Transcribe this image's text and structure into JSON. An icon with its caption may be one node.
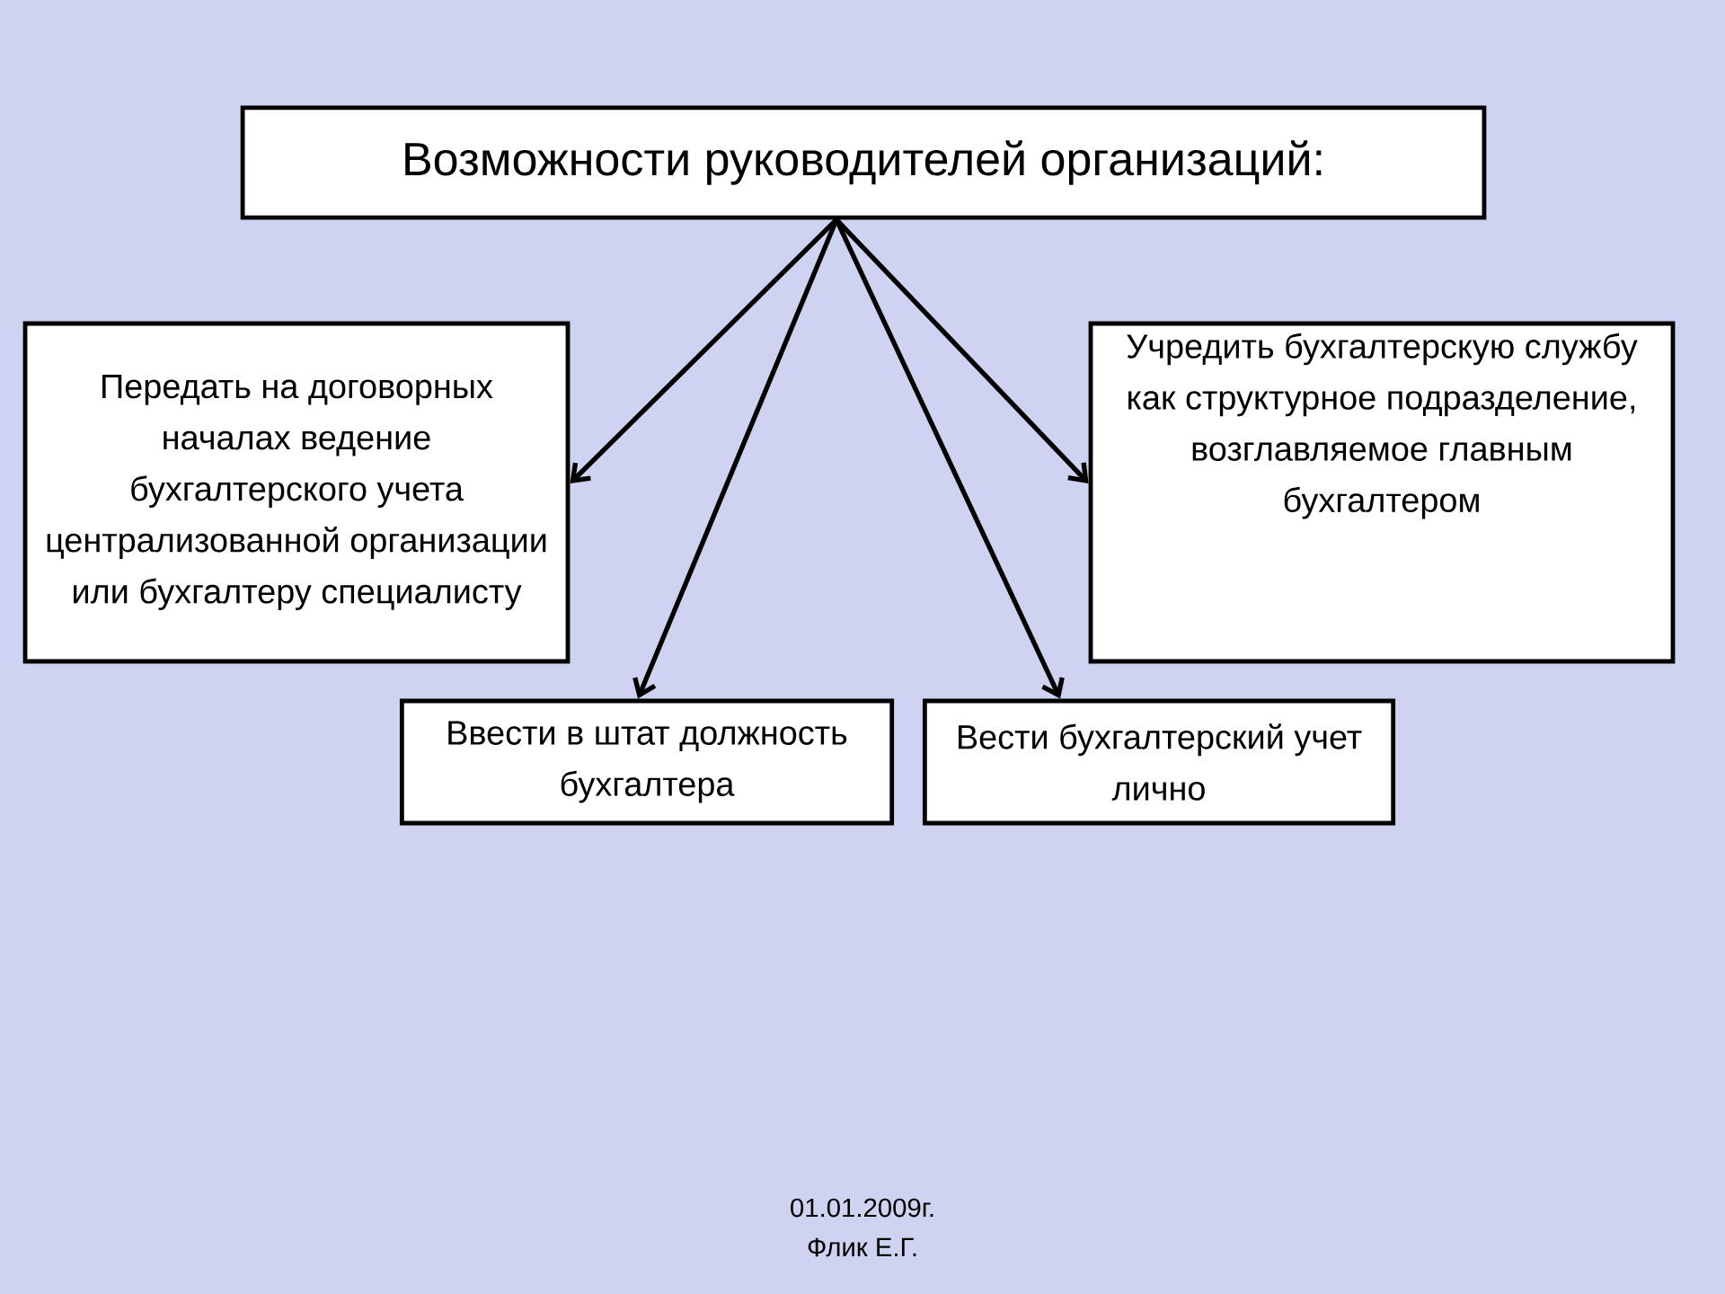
{
  "diagram": {
    "nodes": [
      {
        "text": [
          "Возможности руководителей организаций:"
        ]
      },
      {
        "text": [
          "Передать на договорных началах ведение бухгалтерского учета централизованной организации или бухгалтеру специалисту"
        ]
      },
      {
        "text": [
          "Учредить бухгалтерскую службу как структурное подразделение, возглавляемое главным бухгалтером"
        ]
      },
      {
        "text": [
          "Ввести в штат должность бухгалтера"
        ]
      },
      {
        "text": [
          "Вести бухгалтерский учет лично"
        ]
      }
    ],
    "edges": [
      {
        "from": 0,
        "to": 1,
        "arrow": "to"
      },
      {
        "from": 0,
        "to": 3,
        "arrow": "to"
      },
      {
        "from": 0,
        "to": 4,
        "arrow": "to"
      },
      {
        "from": 0,
        "to": 2,
        "arrow": "to"
      }
    ],
    "labels": [
      "01.01.2009г.",
      "Флик Е.Г."
    ]
  }
}
